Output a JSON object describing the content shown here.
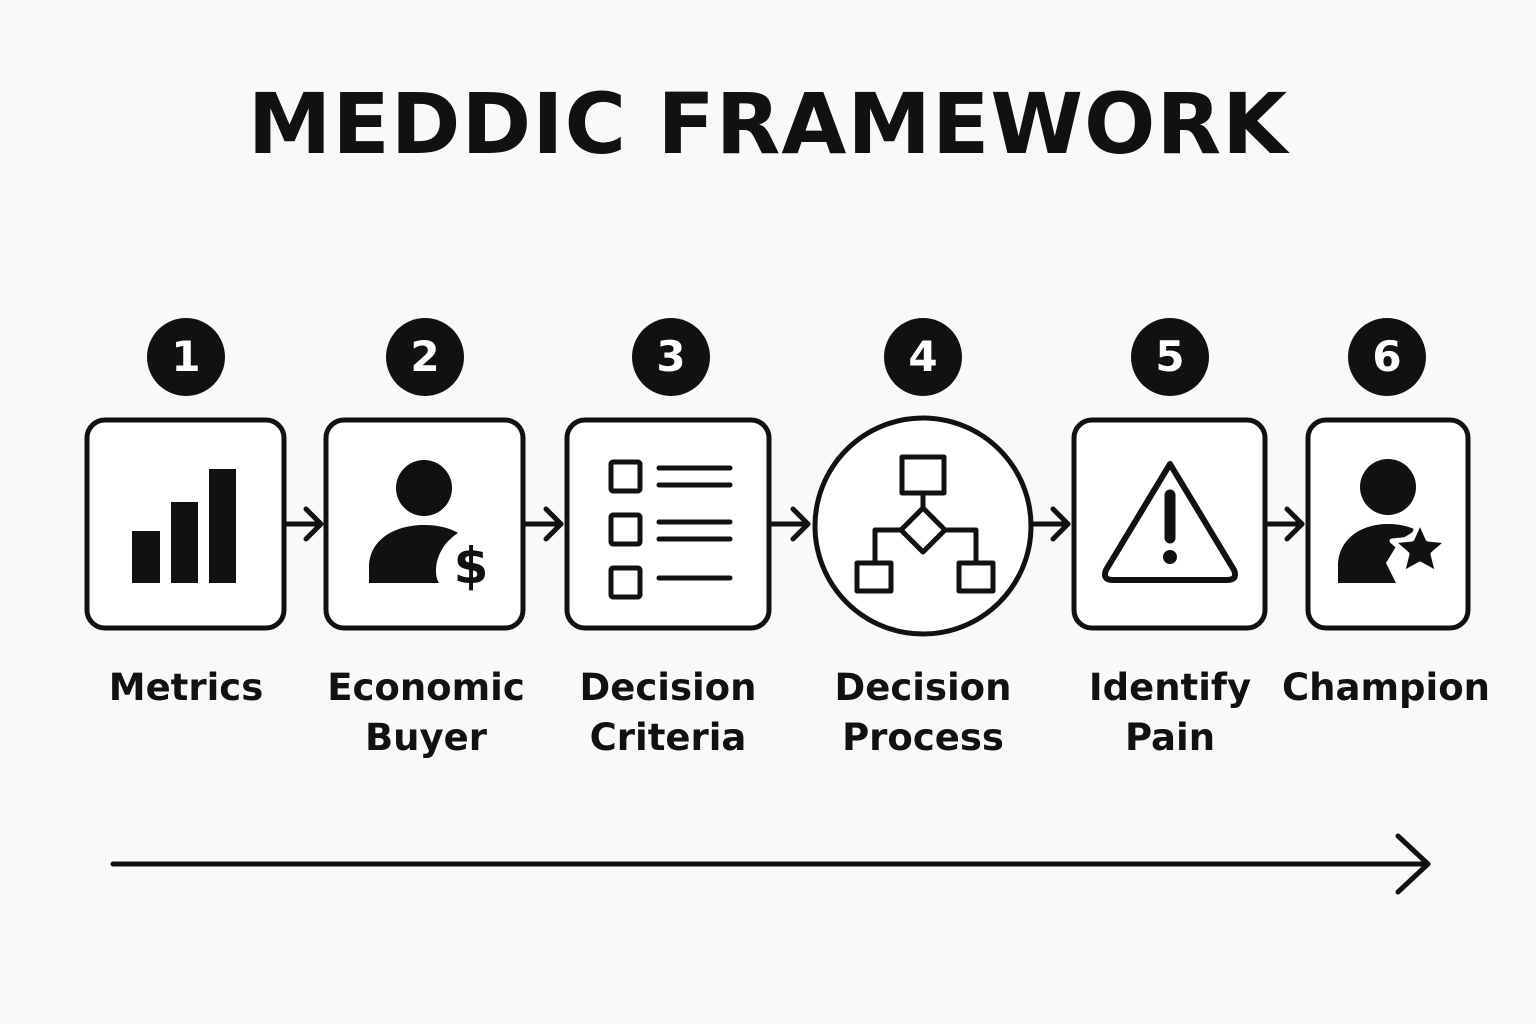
{
  "title": "MEDDIC FRAMEWORK",
  "steps": [
    {
      "number": "1",
      "label": "Metrics",
      "icon": "bar-chart-icon"
    },
    {
      "number": "2",
      "label": "Economic Buyer",
      "icon": "person-dollar-icon"
    },
    {
      "number": "3",
      "label": "Decision Criteria",
      "icon": "checklist-icon"
    },
    {
      "number": "4",
      "label": "Decision Process",
      "icon": "flowchart-icon"
    },
    {
      "number": "5",
      "label": "Identify Pain",
      "icon": "warning-icon"
    },
    {
      "number": "6",
      "label": "Champion",
      "icon": "person-star-icon"
    }
  ],
  "colors": {
    "background": "#f9f9f7",
    "ink": "#111111",
    "badge_text": "#ffffff"
  }
}
